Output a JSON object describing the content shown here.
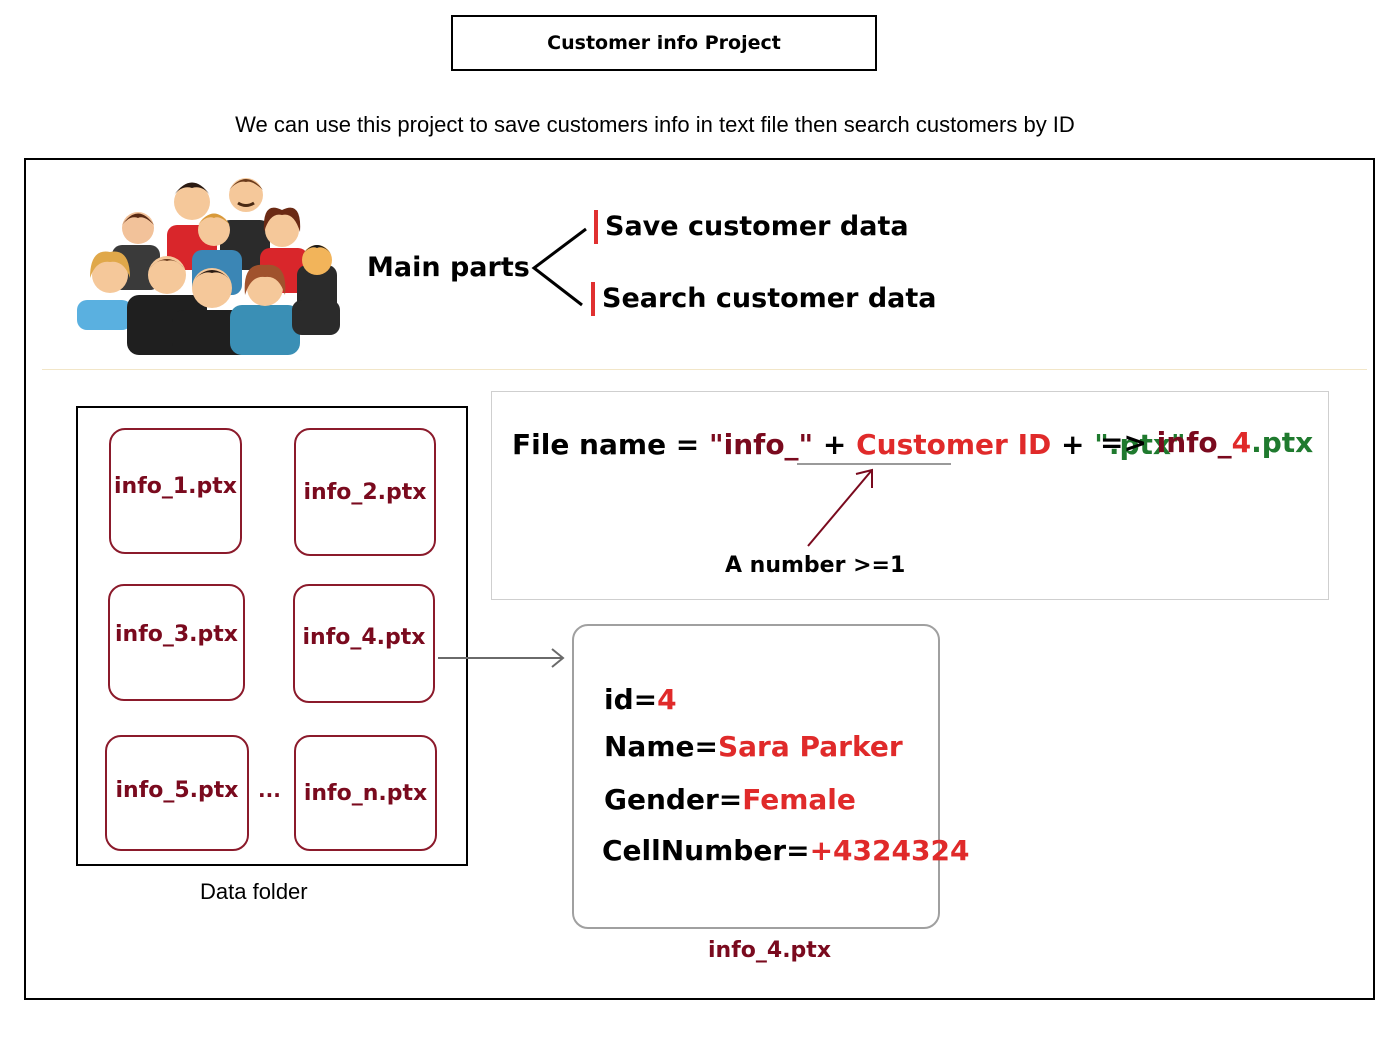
{
  "title": "Customer info Project",
  "subtitle": "We can use this project to save customers info in text file then search customers by ID",
  "main_parts": {
    "label": "Main parts",
    "items": [
      "Save customer data",
      "Search customer data"
    ]
  },
  "formula": {
    "prefix": "File name = ",
    "part1": "\"info_\"",
    "plus1": " + ",
    "part2": "Customer ID",
    "plus2": " + ",
    "part3": "\".ptx\"",
    "arrow": "=> ",
    "result_prefix": "info_",
    "result_id": "4",
    "result_ext": ".ptx",
    "note": "A number >=1"
  },
  "folder": {
    "label": "Data folder",
    "files": [
      "info_1.ptx",
      "info_2.ptx",
      "info_3.ptx",
      "info_4.ptx",
      "info_5.ptx",
      "info_n.ptx"
    ],
    "ellipsis": "..."
  },
  "file_content": {
    "caption": "info_4.ptx",
    "fields": [
      {
        "key": "id=",
        "value": "4"
      },
      {
        "key": "Name=",
        "value": "Sara Parker"
      },
      {
        "key": "Gender=",
        "value": "Female"
      },
      {
        "key": "CellNumber=",
        "value": "+4324324"
      }
    ]
  },
  "colors": {
    "dark_red": "#7a0a1e",
    "red": "#e02a2a",
    "green": "#1f7a2e"
  }
}
